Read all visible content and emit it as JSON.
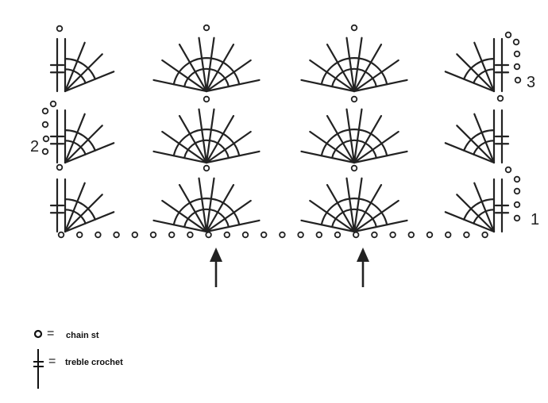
{
  "rows": [
    {
      "number": "1"
    },
    {
      "number": "2"
    },
    {
      "number": "3"
    }
  ],
  "legend": {
    "chain": {
      "icon": "chain-stitch-icon",
      "symbol": "=",
      "label": "chain st"
    },
    "treble": {
      "icon": "treble-crochet-icon",
      "symbol": "=",
      "label": "treble crochet"
    }
  },
  "colors": {
    "ink": "#222222",
    "background": "#ffffff"
  }
}
